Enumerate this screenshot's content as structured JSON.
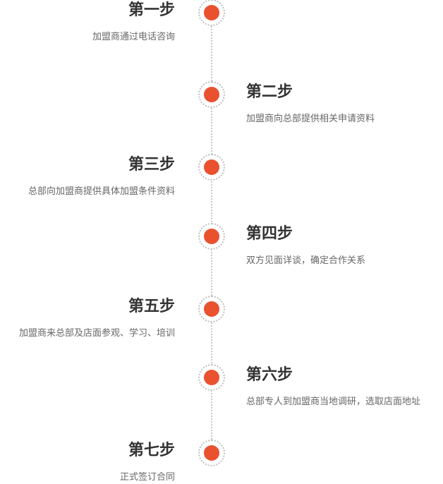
{
  "steps": [
    {
      "title": "第一步",
      "desc": "加盟商通过电话咨询",
      "side": "left"
    },
    {
      "title": "第二步",
      "desc": "加盟商向总部提供相关申请资料",
      "side": "right"
    },
    {
      "title": "第三步",
      "desc": "总部向加盟商提供具体加盟条件资料",
      "side": "left"
    },
    {
      "title": "第四步",
      "desc": "双方见面详谈，确定合作关系",
      "side": "right"
    },
    {
      "title": "第五步",
      "desc": "加盟商来总部及店面参观、学习、培训",
      "side": "left"
    },
    {
      "title": "第六步",
      "desc": "总部专人到加盟商当地调研，选取店面地址",
      "side": "right"
    },
    {
      "title": "第七步",
      "desc": "正式签订合同",
      "side": "left"
    }
  ],
  "colors": {
    "accent": "#e9512f",
    "title": "#333333",
    "desc": "#666666",
    "line": "#c8c8c8"
  }
}
